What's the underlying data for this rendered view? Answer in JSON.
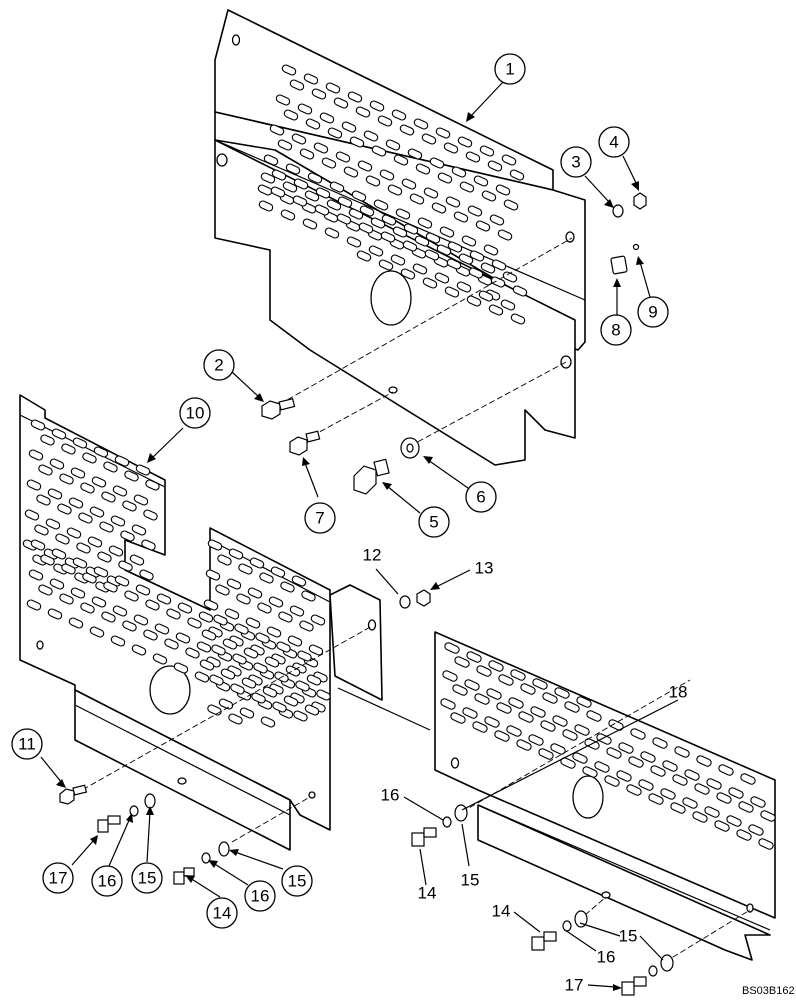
{
  "drawing_code": "BS03B162",
  "callouts": {
    "c1": "1",
    "c2": "2",
    "c3": "3",
    "c4": "4",
    "c5": "5",
    "c6": "6",
    "c7": "7",
    "c8": "8",
    "c9": "9",
    "c10": "10",
    "c11": "11",
    "c12": "12",
    "c13": "13",
    "c14a": "14",
    "c14b": "14",
    "c14c": "14",
    "c15a": "15",
    "c15b": "15",
    "c15c": "15",
    "c15d": "15",
    "c16a": "16",
    "c16b": "16",
    "c16c": "16",
    "c16d": "16",
    "c17a": "17",
    "c17b": "17",
    "c18": "18"
  }
}
